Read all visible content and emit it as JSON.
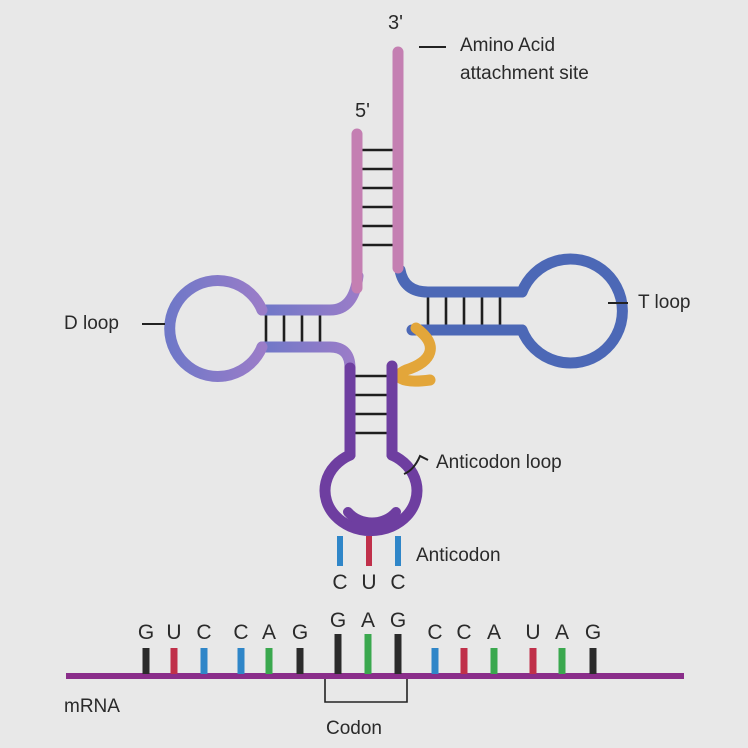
{
  "labels": {
    "end_3": "3'",
    "end_5": "5'",
    "amino_acid_line1": "Amino Acid",
    "amino_acid_line2": "attachment site",
    "d_loop": "D loop",
    "t_loop": "T loop",
    "anticodon_loop": "Anticodon loop",
    "anticodon": "Anticodon",
    "mrna": "mRNA",
    "codon": "Codon"
  },
  "anticodon_bases": [
    "C",
    "U",
    "C"
  ],
  "mrna_bases": [
    "G",
    "U",
    "C",
    "C",
    "A",
    "G",
    "G",
    "A",
    "G",
    "C",
    "C",
    "A",
    "U",
    "A",
    "G"
  ],
  "base_colors": {
    "G": "#2b2b2b",
    "U": "#c0304a",
    "C": "#2f86c8",
    "A": "#3aa84e"
  },
  "strand_colors": {
    "acceptor_stem": "#c47fb2",
    "d_arm": "#7a70c4",
    "t_arm": "#4c68b6",
    "anticodon_arm": "#6e3ea0",
    "variable_loop": "#e3a63a",
    "mrna": "#8a2d8a"
  }
}
